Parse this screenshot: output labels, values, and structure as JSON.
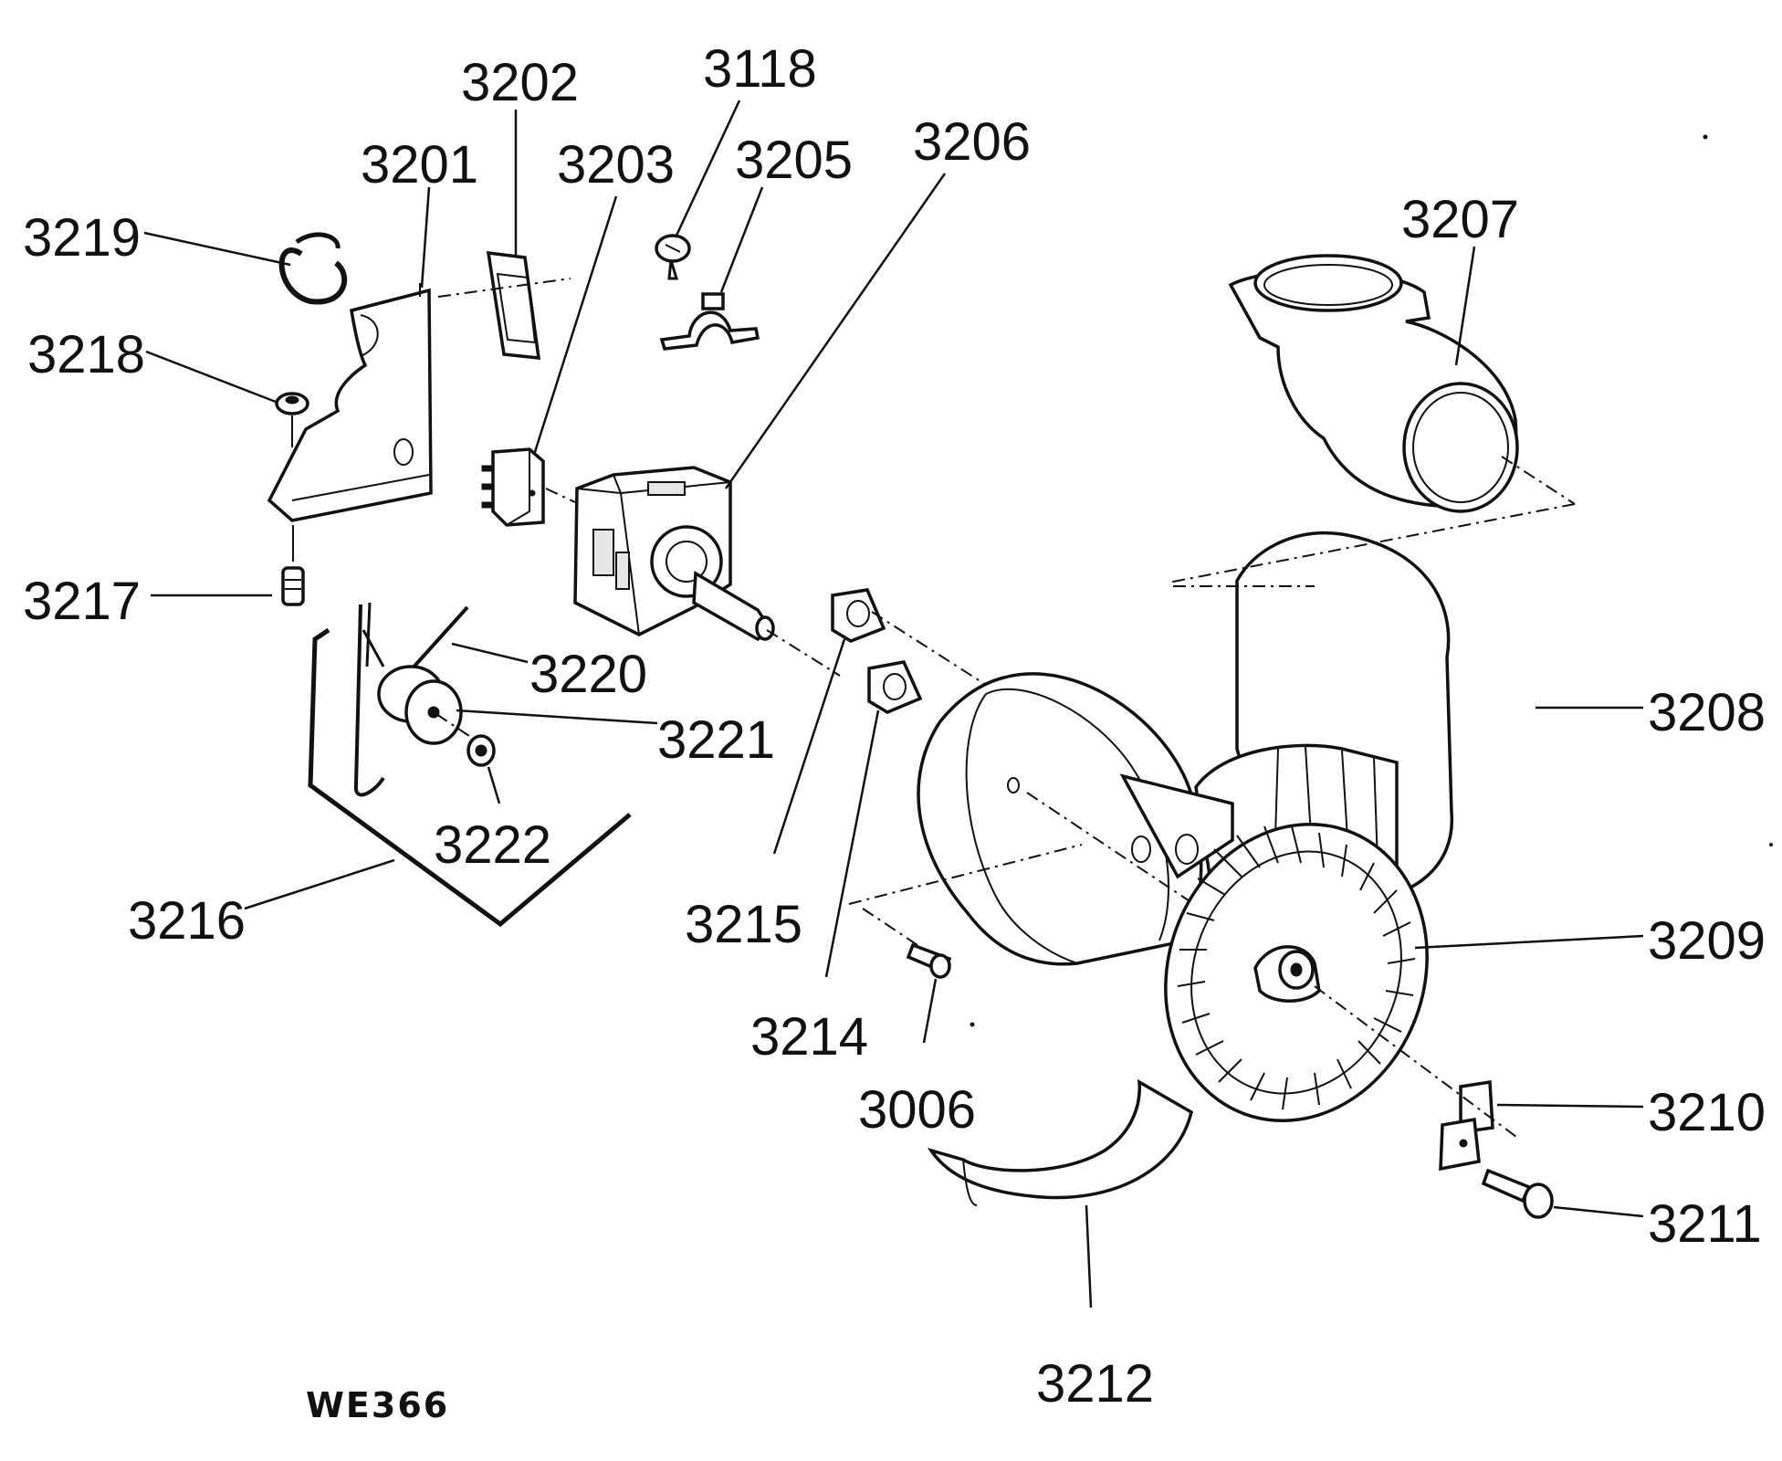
{
  "figure_code": "WE366",
  "labels": {
    "p3006": "3006",
    "p3118": "3118",
    "p3201": "3201",
    "p3202": "3202",
    "p3203": "3203",
    "p3205": "3205",
    "p3206": "3206",
    "p3207": "3207",
    "p3208": "3208",
    "p3209": "3209",
    "p3210": "3210",
    "p3211": "3211",
    "p3212": "3212",
    "p3214": "3214",
    "p3215": "3215",
    "p3216": "3216",
    "p3217": "3217",
    "p3218": "3218",
    "p3219": "3219",
    "p3220": "3220",
    "p3221": "3221",
    "p3222": "3222"
  }
}
